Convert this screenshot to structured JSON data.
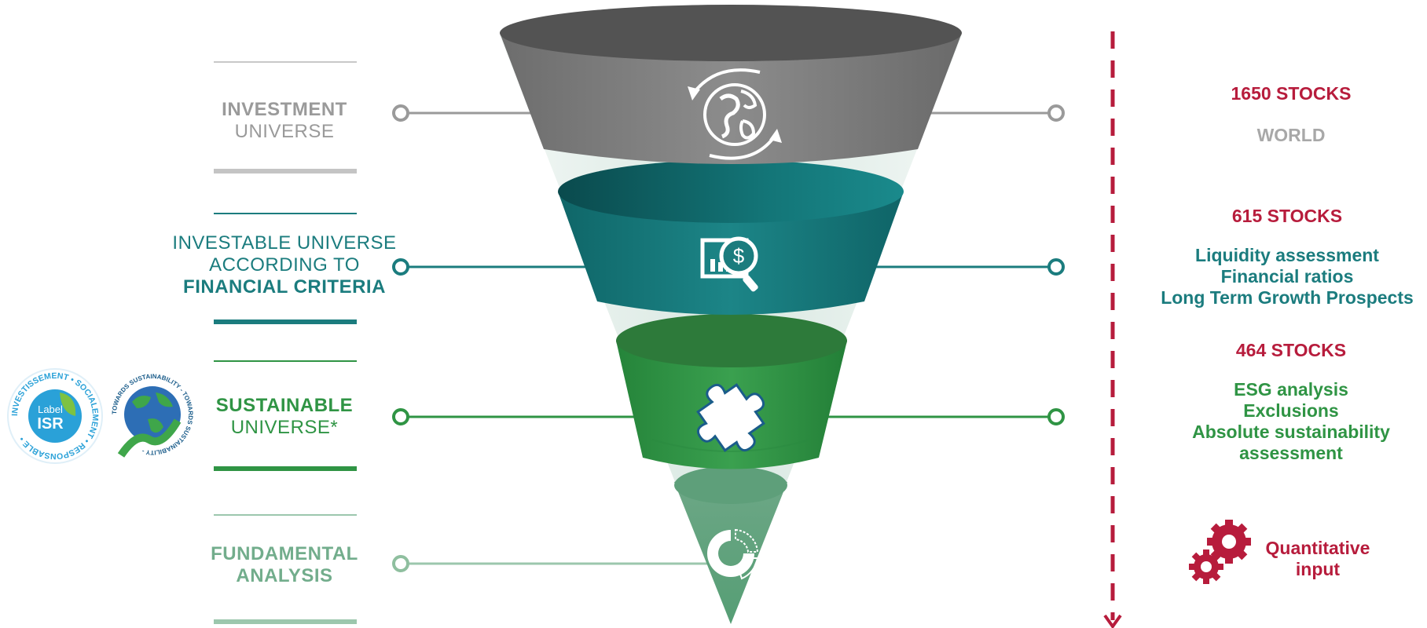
{
  "colors": {
    "gray": "#7a7a7a",
    "gray_light": "#b9b9b9",
    "teal": "#1b7c7e",
    "green": "#2f9444",
    "green_light": "#72ad8c",
    "crimson": "#b71c3c",
    "isr_blue": "#2aa1d8",
    "cone_bg": "#d6e6e1"
  },
  "stages": [
    {
      "title_regular": "",
      "title_bold": "INVESTMENT",
      "title_regular_after": "UNIVERSE",
      "icon": "globe-icon",
      "stock_count": "1650 STOCKS",
      "criteria": [
        "WORLD"
      ]
    },
    {
      "title_regular": "INVESTABLE UNIVERSE\nACCORDING TO",
      "title_bold": "FINANCIAL CRITERIA",
      "title_regular_after": "",
      "icon": "financial-analysis-icon",
      "stock_count": "615 STOCKS",
      "criteria": [
        "Liquidity assessment",
        "Financial ratios",
        "Long Term Growth Prospects"
      ]
    },
    {
      "title_regular": "",
      "title_bold": "SUSTAINABLE",
      "title_regular_after": "UNIVERSE*",
      "icon": "puzzle-piece-icon",
      "stock_count": "464 STOCKS",
      "criteria": [
        "ESG analysis",
        "Exclusions",
        "Absolute sustainability",
        "assessment"
      ]
    },
    {
      "title_regular": "",
      "title_bold": "FUNDAMENTAL",
      "title_regular_after": "ANALYSIS",
      "icon": "donut-chart-icon",
      "stock_count": "",
      "criteria": []
    }
  ],
  "quantitative": {
    "icon": "gears-icon",
    "lines": [
      "Quantitative",
      "input"
    ]
  },
  "badges": {
    "isr": {
      "center": "Label ISR",
      "ring_text": "INVESTISSEMENT • SOCIALEMENT • RESPONSABLE •"
    },
    "towards_sustainability": {
      "ring_text": "TOWARDS SUSTAINABILITY - TOWARDS SUSTAINABILITY - "
    }
  }
}
